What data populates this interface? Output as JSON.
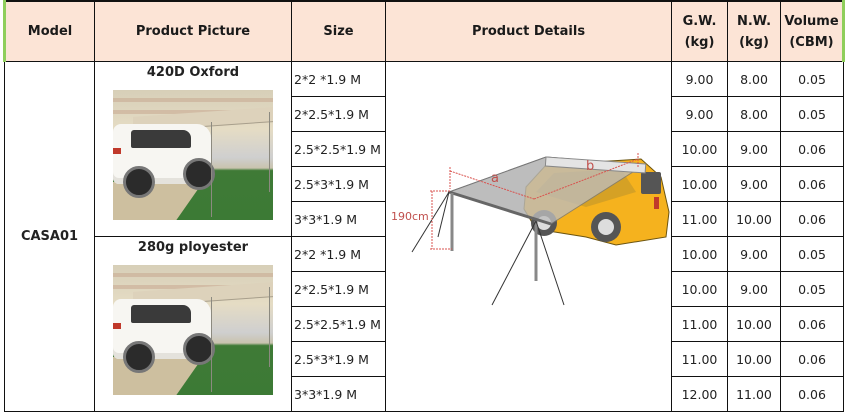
{
  "table": {
    "headers": {
      "model": "Model",
      "picture": "Product Picture",
      "size": "Size",
      "details": "Product Details",
      "gw_line1": "G.W.",
      "gw_line2": "(kg)",
      "nw_line1": "N.W.",
      "nw_line2": "(kg)",
      "vol_line1": "Volume",
      "vol_line2": "(CBM)"
    },
    "model": "CASA01",
    "groups": [
      {
        "material": "420D Oxford",
        "image": "car-awning-photo",
        "rows": [
          {
            "size": "2*2 *1.9 M",
            "gw": "9.00",
            "nw": "8.00",
            "vol": "0.05"
          },
          {
            "size": "2*2.5*1.9 M",
            "gw": "9.00",
            "nw": "8.00",
            "vol": "0.05"
          },
          {
            "size": "2.5*2.5*1.9 M",
            "gw": "10.00",
            "nw": "9.00",
            "vol": "0.06"
          },
          {
            "size": "2.5*3*1.9 M",
            "gw": "10.00",
            "nw": "9.00",
            "vol": "0.06"
          },
          {
            "size": "3*3*1.9 M",
            "gw": "11.00",
            "nw": "10.00",
            "vol": "0.06"
          }
        ]
      },
      {
        "material": "280g ployester",
        "image": "car-awning-photo",
        "rows": [
          {
            "size": "2*2 *1.9 M",
            "gw": "10.00",
            "nw": "9.00",
            "vol": "0.05"
          },
          {
            "size": "2*2.5*1.9 M",
            "gw": "10.00",
            "nw": "9.00",
            "vol": "0.05"
          },
          {
            "size": "2.5*2.5*1.9 M",
            "gw": "11.00",
            "nw": "10.00",
            "vol": "0.06"
          },
          {
            "size": "2.5*3*1.9 M",
            "gw": "11.00",
            "nw": "10.00",
            "vol": "0.06"
          },
          {
            "size": "3*3*1.9 M",
            "gw": "12.00",
            "nw": "11.00",
            "vol": "0.06"
          }
        ]
      }
    ],
    "diagram": {
      "height_label": "190cm",
      "label_a": "a",
      "label_b": "b",
      "dimension_color": "#d9534f",
      "car_color": "#f5b21e",
      "awning_color": "#bdbdbd"
    }
  },
  "colors": {
    "header_bg": "#fce4d6",
    "edge_green": "#8fce5b",
    "border": "#111111"
  }
}
